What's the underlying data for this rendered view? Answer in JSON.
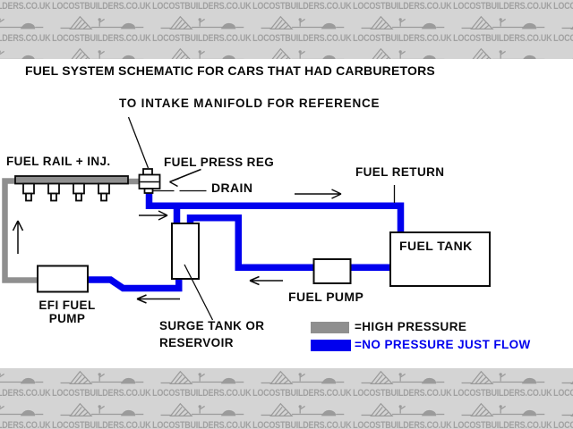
{
  "title": "FUEL SYSTEM SCHEMATIC FOR CARS THAT HAD CARBURETORS",
  "subtitle": "TO INTAKE MANIFOLD FOR REFERENCE",
  "watermark": {
    "text": "LOCOSTBUILDERS.CO.UK",
    "icon": "locost-car-icon"
  },
  "labels": {
    "fuel_rail": "FUEL RAIL + INJ.",
    "press_reg": "FUEL PRESS REG",
    "drain": "DRAIN",
    "fuel_return": "FUEL RETURN",
    "fuel_tank": "FUEL TANK",
    "fuel_pump": "FUEL PUMP",
    "efi_pump_line1": "EFI FUEL",
    "efi_pump_line2": "PUMP",
    "surge_line1": "SURGE TANK OR",
    "surge_line2": "RESERVOIR"
  },
  "legend": [
    {
      "label": "=HIGH PRESSURE",
      "swatch_color": "#8f8f8f",
      "text_color": "#0a0a0a"
    },
    {
      "label": "=NO PRESSURE JUST FLOW",
      "swatch_color": "#0000ee",
      "text_color": "#0000ee"
    }
  ],
  "colors": {
    "high_pressure": "#8f8f8f",
    "no_pressure_flow": "#0000ee",
    "watermark_bg": "#d4d4d4",
    "watermark_fg": "#a1a1a1",
    "diagram_bg": "#ffffff",
    "line": "#0a0a0a"
  }
}
